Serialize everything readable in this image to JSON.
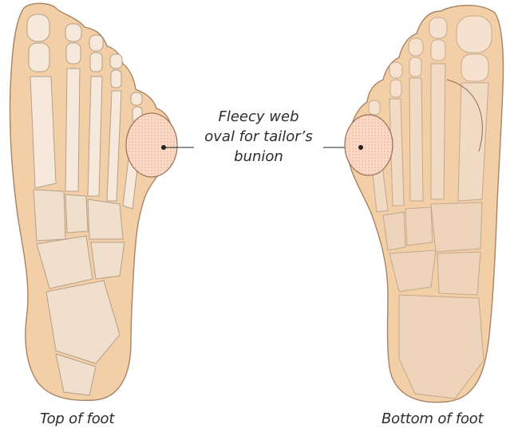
{
  "figure": {
    "callout_lines": [
      "Fleecy web",
      "oval for tailor’s",
      "bunion"
    ],
    "left_caption": "Top of foot",
    "right_caption": "Bottom of foot"
  },
  "colors": {
    "skin": "#f2cfa6",
    "skin_outline": "#a88466",
    "bone": "#f6e8da",
    "bone_outline": "#b59f8a",
    "pad_fill": "#fbd9c4",
    "pad_outline": "#9a6c55",
    "leader_line": "#222222"
  }
}
